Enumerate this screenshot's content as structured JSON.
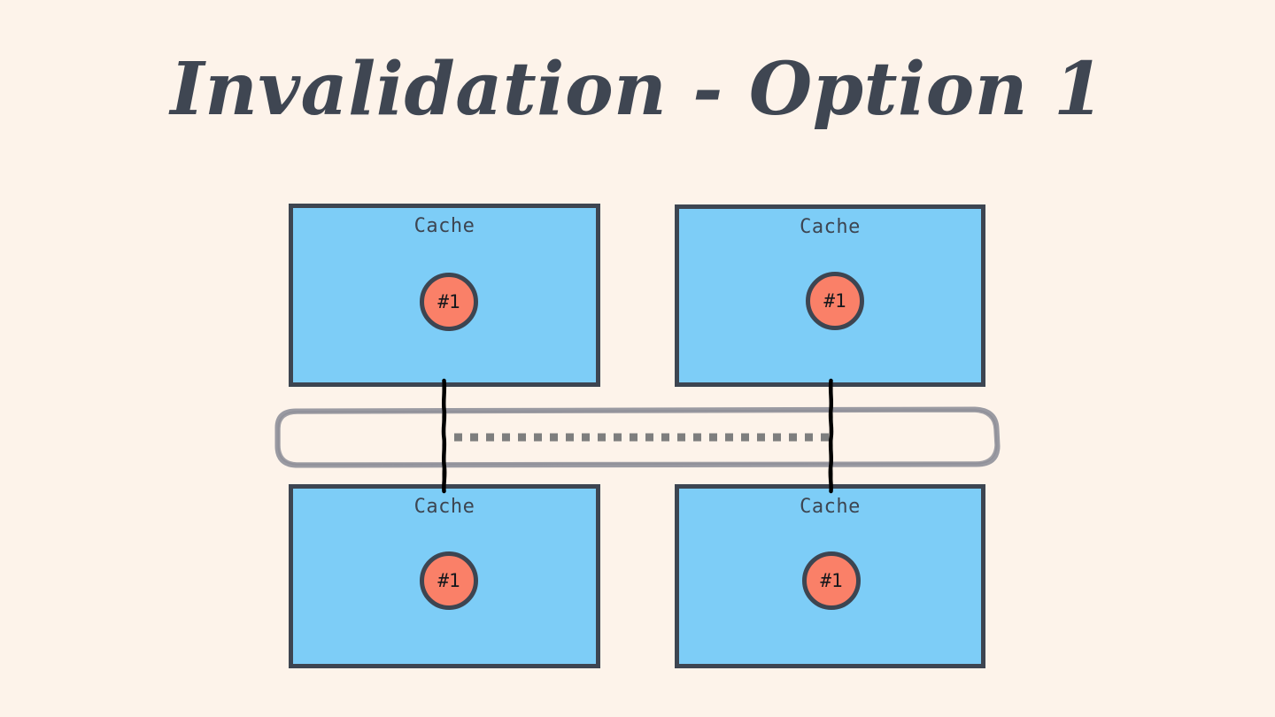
{
  "slide": {
    "title": "Invalidation - Option 1",
    "background_color": "#fdf3ea"
  },
  "palette": {
    "title_color": "#3f4652",
    "box_fill": "#7dcdf7",
    "box_border": "#3d4551",
    "circle_fill": "#fa8068",
    "circle_border": "#3d4551",
    "bus_stroke": "#9a9aa2",
    "bus_dash": "#7e7e7e",
    "connector": "#000000"
  },
  "caches": [
    {
      "id": "cache-top-left",
      "label": "Cache",
      "line_label": "#1",
      "position": "top-left"
    },
    {
      "id": "cache-top-right",
      "label": "Cache",
      "line_label": "#1",
      "position": "top-right"
    },
    {
      "id": "cache-bottom-left",
      "label": "Cache",
      "line_label": "#1",
      "position": "bottom-left"
    },
    {
      "id": "cache-bottom-right",
      "label": "Cache",
      "line_label": "#1",
      "position": "bottom-right"
    }
  ],
  "bus": {
    "name": "interconnect-bus",
    "label": "",
    "message_line_style": "dotted"
  }
}
